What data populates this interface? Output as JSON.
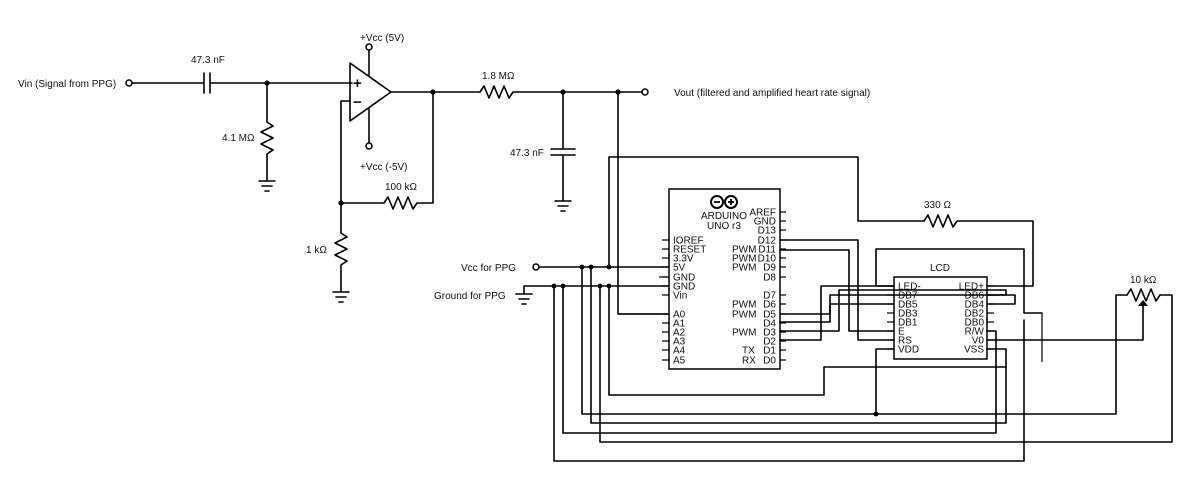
{
  "circuit": {
    "vin_label": "Vin (Signal from PPG)",
    "vout_label": "Vout (filtered and amplified heart rate signal)",
    "c1": "47.3 nF",
    "c2": "47.3 nF",
    "r_input": "4.1 MΩ",
    "r_series": "1.8 MΩ",
    "r_feedback": "100 kΩ",
    "r_gain": "1 kΩ",
    "r_led": "330 Ω",
    "pot": "10 kΩ",
    "vcc_pos": "+Vcc (5V)",
    "vcc_neg": "+Vcc (-5V)",
    "opamp_plus": "+",
    "opamp_minus": "−",
    "vcc_ppg": "Vcc for PPG",
    "gnd_ppg": "Ground for PPG"
  },
  "arduino": {
    "name": "ARDUINO",
    "model": "UNO r3",
    "left_pins": [
      "IOREF",
      "RESET",
      "3.3V",
      "5V",
      "GND",
      "GND",
      "Vin",
      "A0",
      "A1",
      "A2",
      "A3",
      "A4",
      "A5"
    ],
    "right_pins": [
      "AREF",
      "GND",
      "D13",
      "D12",
      "D11",
      "D10",
      "D9",
      "D8",
      "D7",
      "D6",
      "D5",
      "D4",
      "D3",
      "D2",
      "D1",
      "D0"
    ],
    "pwm_label": "PWM",
    "tx": "TX",
    "rx": "RX"
  },
  "lcd": {
    "title": "LCD",
    "left_pins": [
      "LED-",
      "DB7",
      "DB5",
      "DB3",
      "DB1",
      "E",
      "RS",
      "VDD"
    ],
    "right_pins": [
      "LED+",
      "DB6",
      "DB4",
      "DB2",
      "DB0",
      "R/W",
      "V0",
      "VSS"
    ]
  }
}
